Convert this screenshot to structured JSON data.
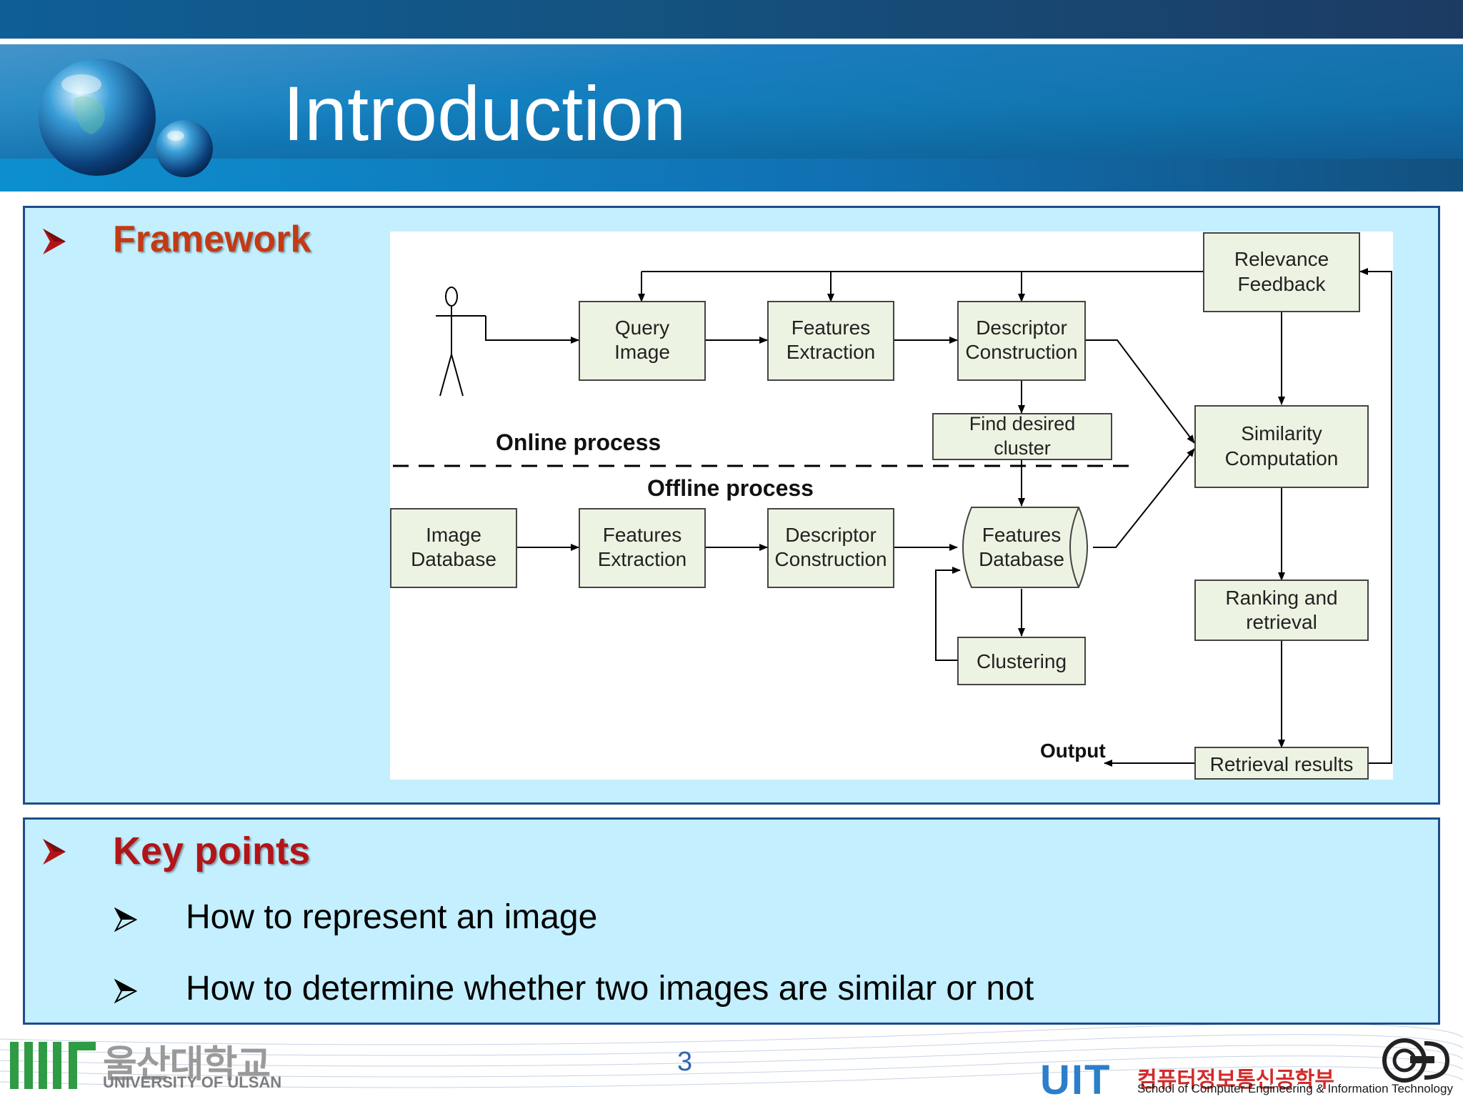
{
  "slide": {
    "title": "Introduction",
    "page_number": "3"
  },
  "framework": {
    "heading": "Framework"
  },
  "diagram": {
    "online_label": "Online process",
    "offline_label": "Offline process",
    "output_label": "Output",
    "boxes": {
      "query_image": [
        "Query",
        "Image"
      ],
      "features_extraction_online": [
        "Features",
        "Extraction"
      ],
      "descriptor_construction_online": [
        "Descriptor",
        "Construction"
      ],
      "relevance_feedback": [
        "Relevance",
        "Feedback"
      ],
      "find_desired_cluster": [
        "Find desired",
        "cluster"
      ],
      "similarity_computation": [
        "Similarity",
        "Computation"
      ],
      "image_database": [
        "Image",
        "Database"
      ],
      "features_extraction_offline": [
        "Features",
        "Extraction"
      ],
      "descriptor_construction_offline": [
        "Descriptor",
        "Construction"
      ],
      "features_database": [
        "Features",
        "Database"
      ],
      "clustering": [
        "Clustering"
      ],
      "ranking_retrieval": [
        "Ranking and",
        "retrieval"
      ],
      "retrieval_results": [
        "Retrieval results"
      ]
    }
  },
  "key_points": {
    "heading": "Key points",
    "items": [
      "How to represent an image",
      "How to determine whether two images are similar or not"
    ]
  },
  "footer": {
    "left_logo_korean": "울산대학교",
    "left_logo_english": "UNIVERSITY OF ULSAN",
    "right_logo_mark": "UIT",
    "right_logo_korean": "컴퓨터정보통신공학부",
    "right_logo_english": "School of Computer Engineering & Information Technology"
  },
  "colors": {
    "panel_fill": "#c3efff",
    "panel_border": "#1d4d8a",
    "heading_red": "#b31418",
    "box_fill": "#edf3e2",
    "title_bar": "#1380c0"
  }
}
